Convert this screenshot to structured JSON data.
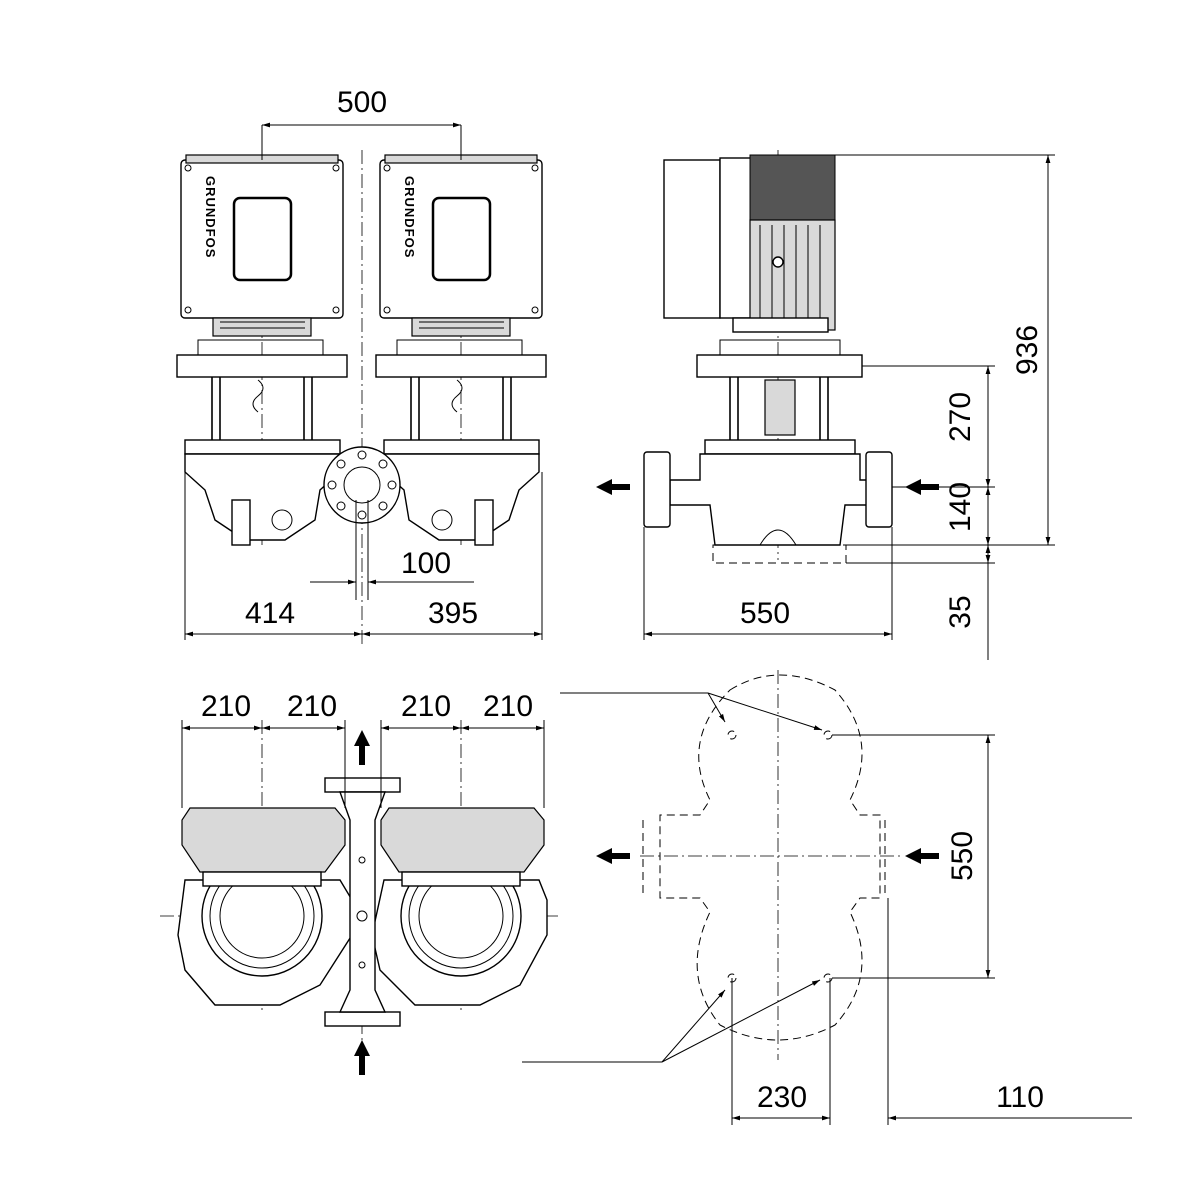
{
  "brand": "GRUNDFOS",
  "dimensions": {
    "front_motor_spacing": "500",
    "front_left_width": "414",
    "front_right_width": "395",
    "front_port_offset": "100",
    "side_total_height": "936",
    "side_upper_height": "270",
    "side_port_height": "140",
    "side_base_height": "35",
    "side_port_to_port": "550",
    "top_half_1": "210",
    "top_half_2": "210",
    "top_half_3": "210",
    "top_half_4": "210",
    "foot_port_to_port": "550",
    "foot_hole_spacing": "230",
    "foot_offset": "110"
  },
  "colors": {
    "line": "#000000",
    "housing": "#d9d9d9",
    "background": "#ffffff"
  }
}
